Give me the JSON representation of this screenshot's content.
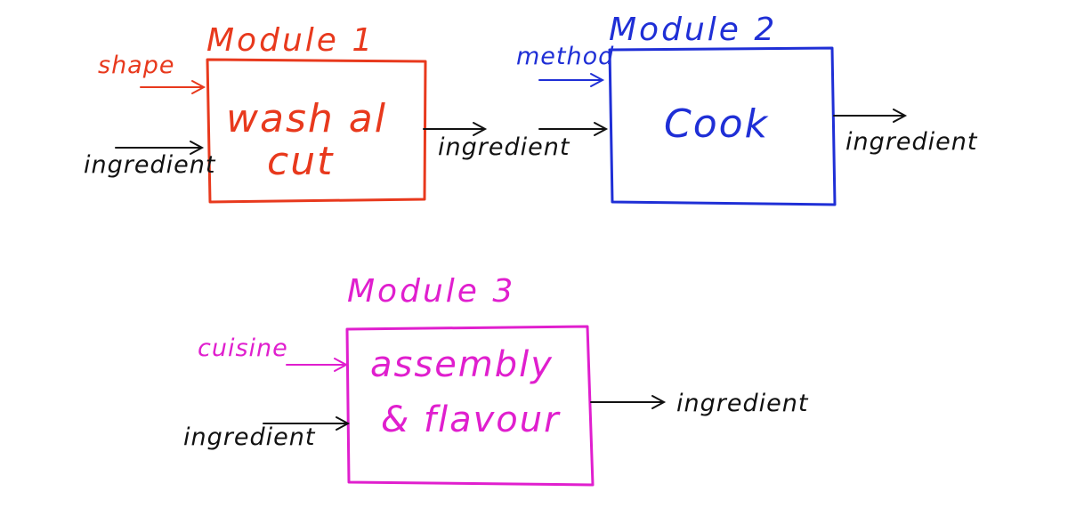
{
  "colors": {
    "module1": "#e8391d",
    "module2": "#1f2fd6",
    "module3": "#e01fce",
    "ink": "#111111"
  },
  "module1": {
    "title": "Module 1",
    "body_line1": "wash al",
    "body_line2": "cut",
    "input_param": "shape",
    "input_ingredient": "ingredient",
    "output": "ingredient"
  },
  "module2": {
    "title": "Module 2",
    "body": "Cook",
    "input_param": "method",
    "output": "ingredient"
  },
  "module3": {
    "title": "Module 3",
    "body_line1": "assembly",
    "body_line2": "& flavour",
    "input_param": "cuisine",
    "input_ingredient": "ingredient",
    "output": "ingredient"
  }
}
